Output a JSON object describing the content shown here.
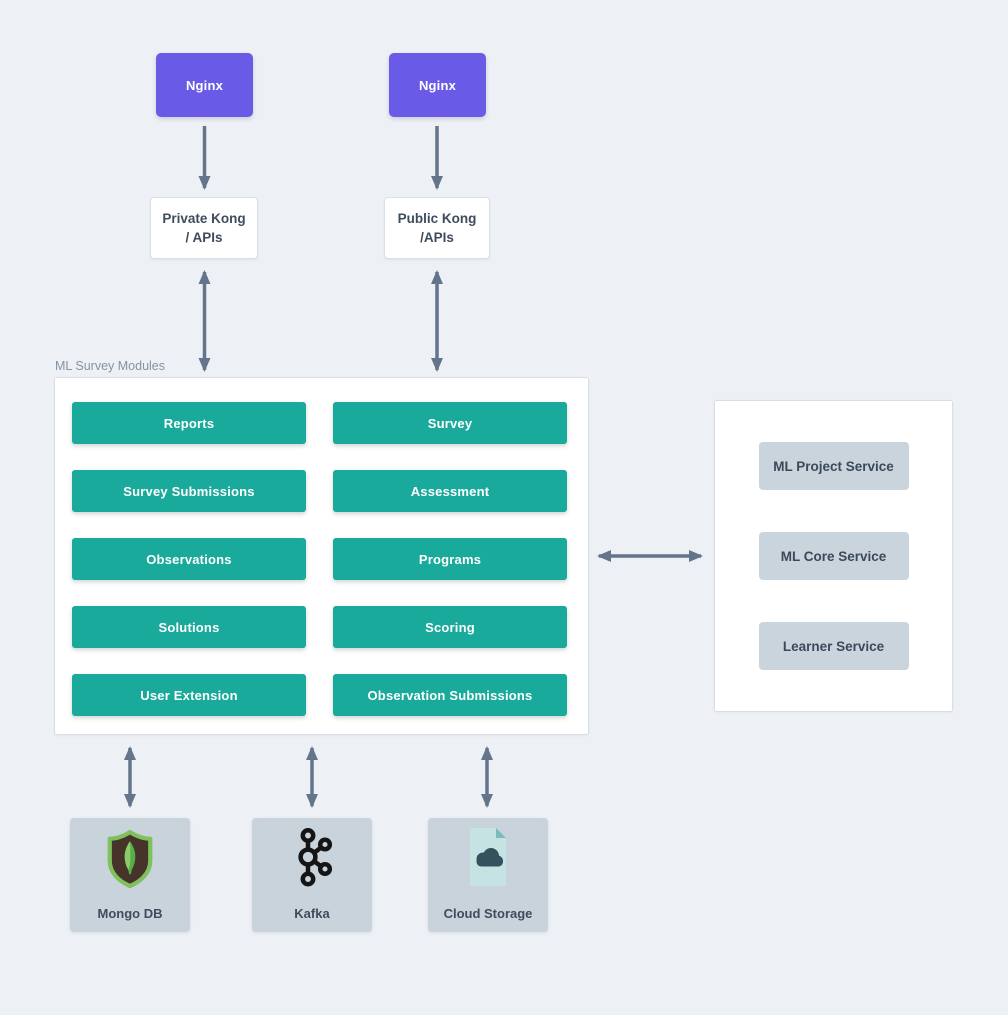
{
  "colors": {
    "background": "#EDF1F5",
    "nginx_purple": "#6A5BE6",
    "module_teal": "#19AA9B",
    "arrow_slate": "#64748B",
    "gray_box": "#CAD4DC",
    "text_dark": "#3E4C5E",
    "group_label_gray": "#8593A3"
  },
  "top": {
    "nginx_left": "Nginx",
    "nginx_right": "Nginx",
    "private_kong": {
      "line1": "Private Kong",
      "line2": "/ APIs"
    },
    "public_kong": {
      "line1": "Public Kong",
      "line2": "/APIs"
    }
  },
  "modules_group": {
    "title": "ML Survey Modules",
    "buttons": [
      "Reports",
      "Survey",
      "Survey Submissions",
      "Assessment",
      "Observations",
      "Programs",
      "Solutions",
      "Scoring",
      "User Extension",
      "Observation Submissions"
    ]
  },
  "services_group": {
    "items": [
      "ML Project Service",
      "ML Core Service",
      "Learner Service"
    ]
  },
  "datastores": [
    {
      "label": "Mongo DB",
      "icon": "mongodb-icon"
    },
    {
      "label": "Kafka",
      "icon": "kafka-icon"
    },
    {
      "label": "Cloud Storage",
      "icon": "cloud-storage-icon"
    }
  ]
}
